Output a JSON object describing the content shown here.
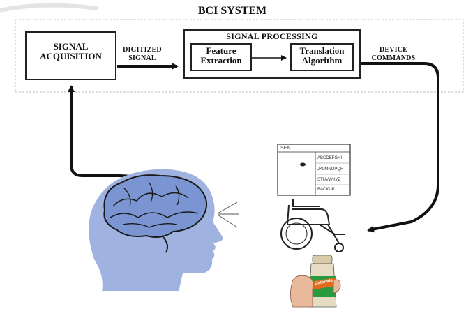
{
  "diagram": {
    "system_title": "BCI SYSTEM",
    "signal_acquisition": {
      "line1": "SIGNAL",
      "line2": "ACQUISITION"
    },
    "digitized_signal": {
      "line1": "DIGITIZED",
      "line2": "SIGNAL"
    },
    "signal_processing": {
      "title": "SIGNAL PROCESSING",
      "feature_extraction": {
        "line1": "Feature",
        "line2": "Extraction"
      },
      "translation_algorithm": {
        "line1": "Translation",
        "line2": "Algorithm"
      }
    },
    "device_commands": {
      "line1": "DEVICE",
      "line2": "COMMANDS"
    },
    "speller_screen": {
      "header": "SEN",
      "items": [
        "ABCDEFGHI",
        "JKLMNOPQR",
        "STUVWXYZ",
        "BACKUP"
      ]
    },
    "bottle_label": "Gatorade"
  },
  "colors": {
    "head_fill": "#9fb2e0",
    "brain_fill": "#6f8fd0",
    "line": "#111111",
    "dashed_border": "#bbbbbb"
  }
}
